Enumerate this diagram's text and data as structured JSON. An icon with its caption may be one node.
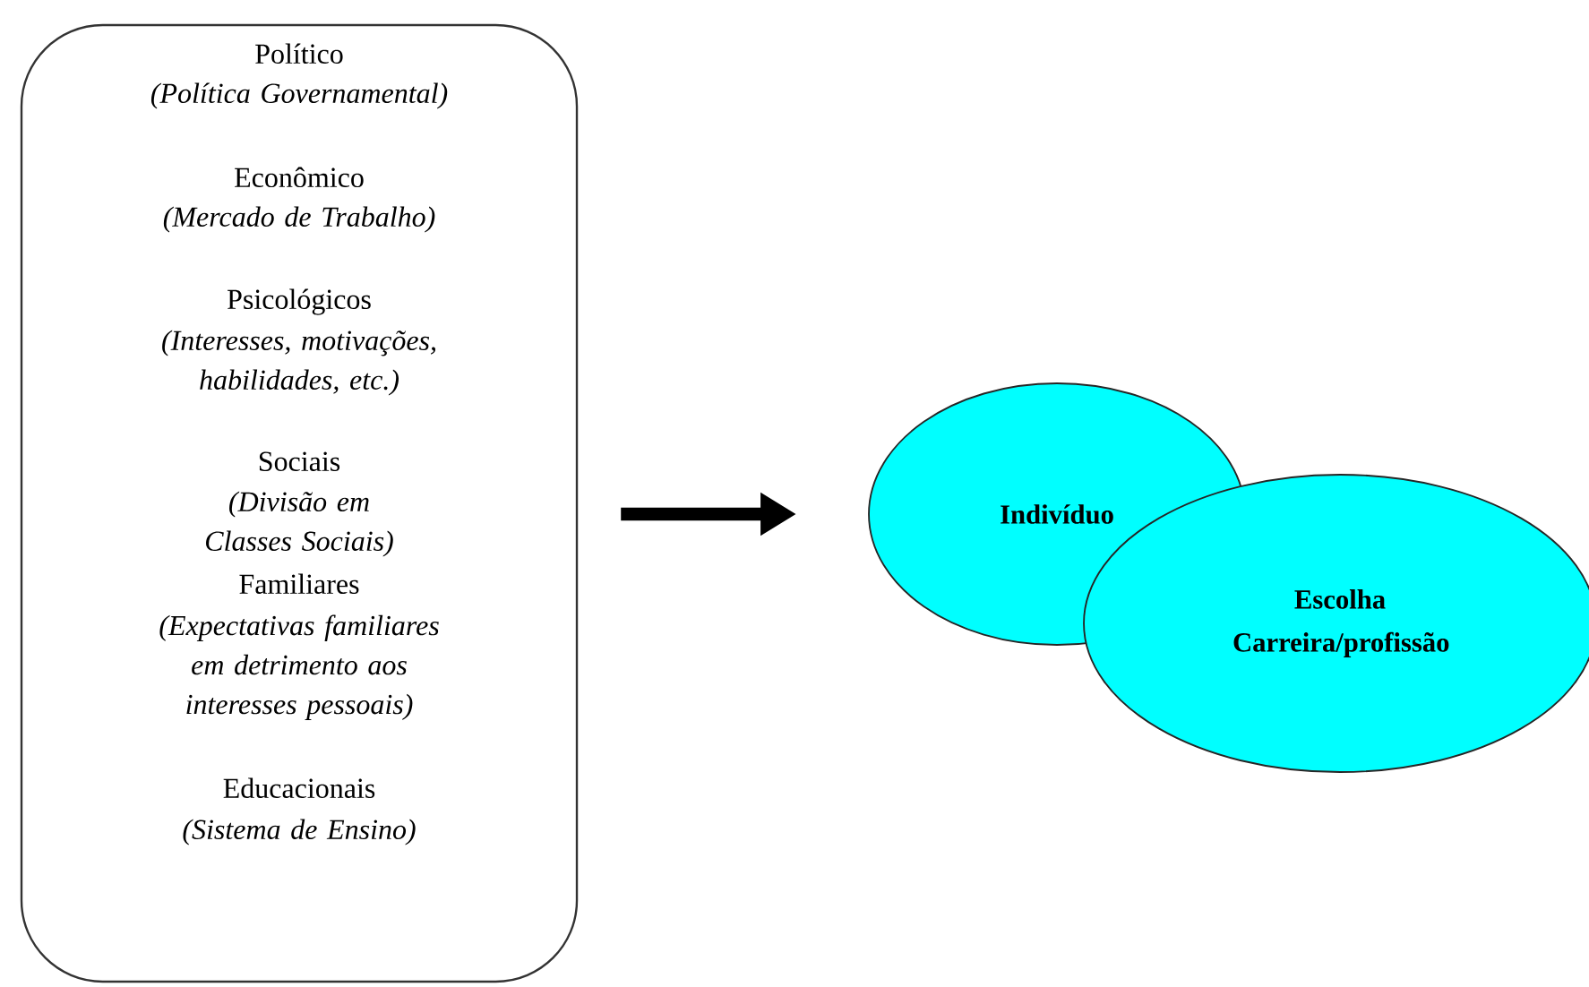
{
  "diagram": {
    "nodes": [
      {
        "text": [
          "Político",
          "(Política Governamental)",
          "Econômico",
          "(Mercado de Trabalho)",
          "Psicológicos",
          "(Interesses, motivações, habilidades, etc.)",
          "Sociais",
          "(Divisão em Classes Sociais)",
          "Familiares",
          "(Expectativas familiares em detrimento aos interesses pessoais)",
          "Educacionais",
          "(Sistema de Ensino)"
        ]
      },
      {
        "text": [
          "Indivíduo"
        ]
      },
      {
        "text": [
          "Escolha Carreira/profissão"
        ]
      }
    ],
    "edges": [
      {
        "from": 0,
        "to": 1,
        "arrow": "to"
      }
    ]
  }
}
